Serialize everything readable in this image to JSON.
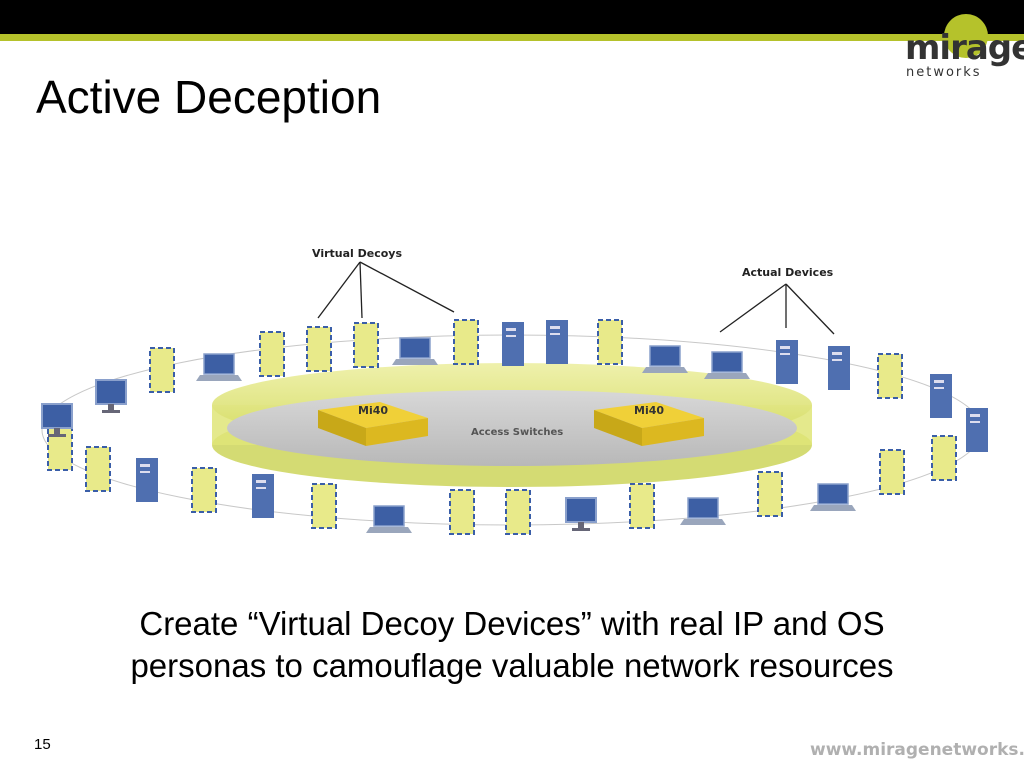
{
  "slide": {
    "title": "Active Deception",
    "caption_line1": "Create “Virtual Decoy Devices” with real IP and OS",
    "caption_line2": "personas to camouflage valuable network resources",
    "page_number": "15",
    "footer_url": "www.miragenetworks.com"
  },
  "logo": {
    "top_text": "mirage",
    "bottom_text": "networks",
    "accent_color": "#b5c22b"
  },
  "diagram": {
    "label_virtual_decoys": "Virtual Decoys",
    "label_actual_devices": "Actual Devices",
    "label_access_switches": "Access Switches",
    "switch_left_label": "Mi40",
    "switch_right_label": "Mi40",
    "colors": {
      "decoy_fill": "#e8ea8a",
      "decoy_border": "#3a5ea8",
      "server_fill": "#4f6fb0",
      "ring_fill": "#d6de6a",
      "switch_fill": "#d8b820"
    }
  }
}
